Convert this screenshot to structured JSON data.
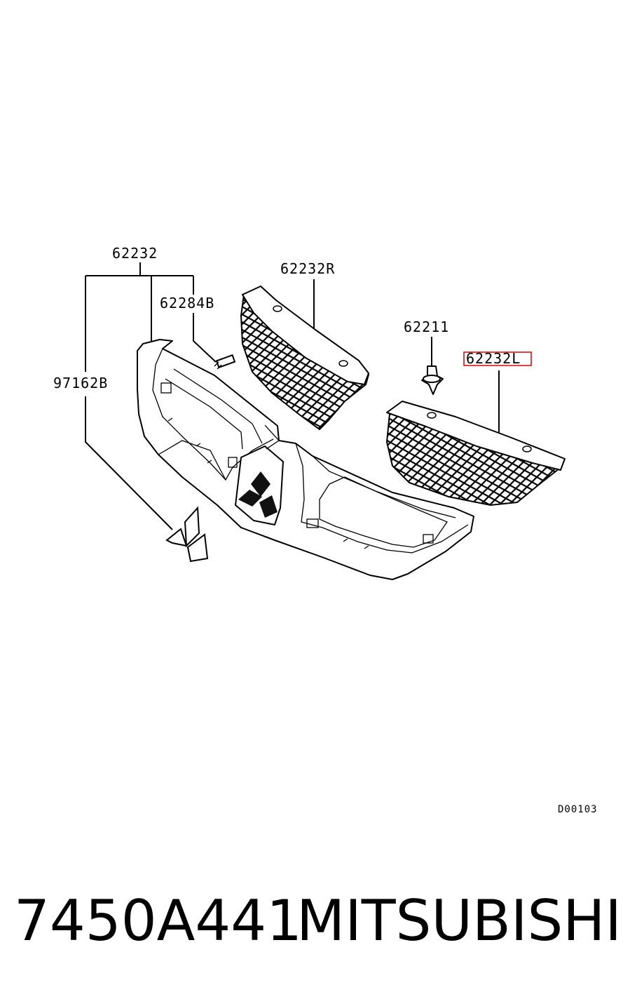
{
  "callouts": {
    "grille_assy": "62232",
    "grille_right": "62232R",
    "screw": "62284B",
    "emblem": "97162B",
    "clip": "62211",
    "grille_left": "62232L"
  },
  "diagram_code": "D00103",
  "footer": {
    "part_number": "7450A441",
    "brand": "MITSUBISHI"
  },
  "colors": {
    "highlight_box": "#e00000",
    "line": "#000000"
  }
}
